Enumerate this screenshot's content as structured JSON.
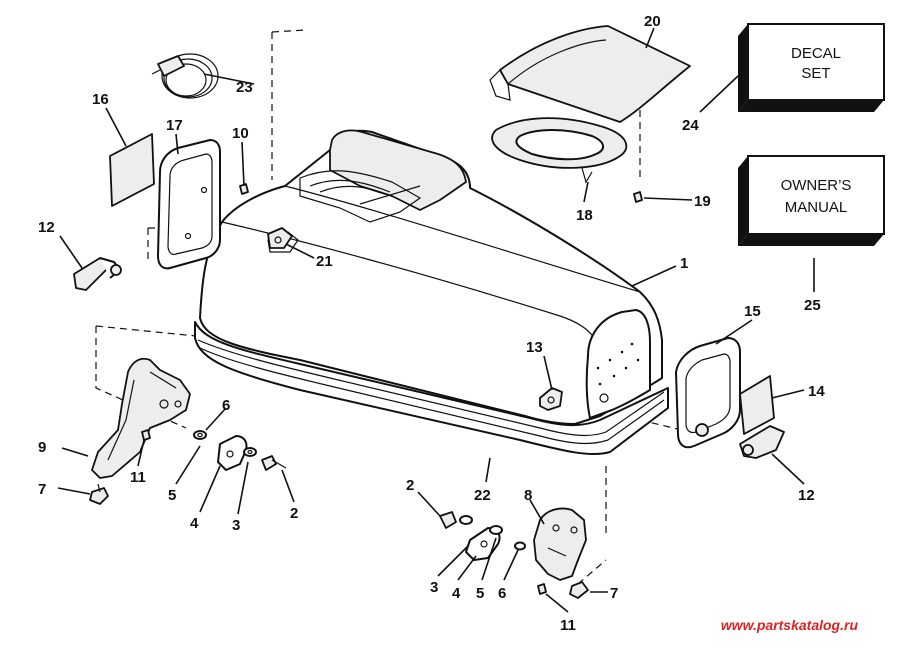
{
  "diagram": {
    "callouts": {
      "c1": "1",
      "c2a": "2",
      "c2b": "2",
      "c3a": "3",
      "c3b": "3",
      "c4a": "4",
      "c4b": "4",
      "c5a": "5",
      "c5b": "5",
      "c6a": "6",
      "c6b": "6",
      "c7a": "7",
      "c7b": "7",
      "c8": "8",
      "c9": "9",
      "c10": "10",
      "c11a": "11",
      "c11b": "11",
      "c12a": "12",
      "c12b": "12",
      "c13": "13",
      "c14": "14",
      "c15": "15",
      "c16": "16",
      "c17": "17",
      "c18": "18",
      "c19": "19",
      "c20": "20",
      "c21": "21",
      "c22": "22",
      "c23": "23",
      "c24": "24",
      "c25": "25"
    },
    "decal_box": {
      "line1": "DECAL",
      "line2": "SET"
    },
    "manual_box": {
      "line1": "OWNER’S",
      "line2": "MANUAL"
    },
    "watermark": "www.partskatalog.ru"
  }
}
